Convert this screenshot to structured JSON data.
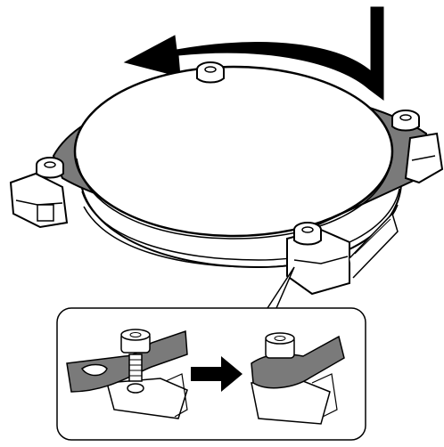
{
  "illustration": {
    "subject": "speaker-ring-mount-installation",
    "main_icons": [
      "rotation-arrow-icon",
      "speaker-disc",
      "mounting-clip",
      "hex-screw-icon"
    ],
    "detail_icons": [
      "screw-loosened-icon",
      "next-step-arrow-icon",
      "screw-tightened-icon"
    ],
    "colors": {
      "outline": "#000000",
      "fill": "#ffffff",
      "dark_bracket": "#7a7a7a",
      "arrow": "#000000",
      "light_shade": "#e6e6e6"
    }
  }
}
